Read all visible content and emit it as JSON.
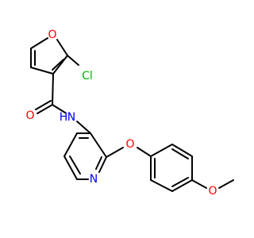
{
  "molecule": {
    "atoms": {
      "O_furan": {
        "label": "O",
        "color": "#ff0000"
      },
      "Cl": {
        "label": "Cl",
        "color": "#00b400"
      },
      "O_carbonyl": {
        "label": "O",
        "color": "#ff0000"
      },
      "N_amide": {
        "label": "N",
        "color": "#0000ff"
      },
      "H_amide": {
        "label": "H",
        "color": "#0000ff"
      },
      "O_ether": {
        "label": "O",
        "color": "#ff0000"
      },
      "N_pyridine": {
        "label": "N",
        "color": "#0000ff"
      },
      "O_methoxy": {
        "label": "O",
        "color": "#ff0000"
      }
    }
  }
}
